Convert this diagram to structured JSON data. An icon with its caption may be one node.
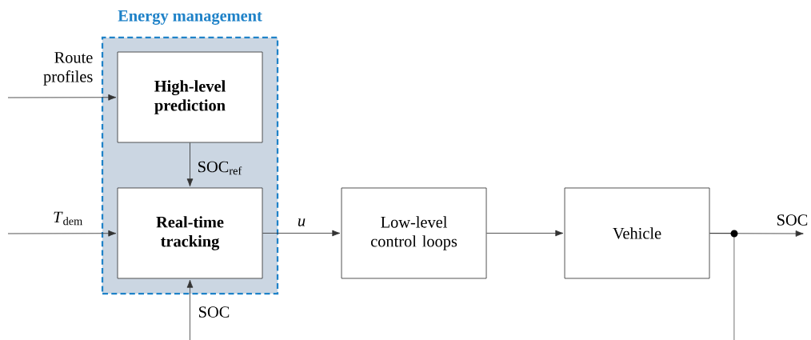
{
  "diagram": {
    "nodes": [
      {
        "text": [
          "Energy management"
        ]
      },
      {
        "text": [
          "High-level prediction"
        ],
        "in": 0
      },
      {
        "text": [
          "Real-time tracking"
        ],
        "in": 0
      },
      {
        "text": [
          "Low-level control loops"
        ]
      },
      {
        "text": [
          "Vehicle"
        ]
      }
    ],
    "edges": [
      {
        "from": null,
        "to": 1,
        "arrow": "to",
        "label": "Route profiles"
      },
      {
        "from": null,
        "to": 2,
        "arrow": "to",
        "label": "*T*$_{dem}$"
      },
      {
        "from": 1,
        "to": 2,
        "arrow": "to",
        "label": "SOC$_{ref}$"
      },
      {
        "from": 2,
        "to": 3,
        "arrow": "to",
        "label": "*u*"
      },
      {
        "from": null,
        "to": 2,
        "arrow": "to",
        "label": "SOC"
      },
      {
        "from": 3,
        "to": 4,
        "arrow": "to"
      },
      {
        "from": 4,
        "to": null,
        "arrow": "to",
        "label": "SOC"
      },
      {
        "from": 4,
        "to": null,
        "arrow": "none"
      }
    ]
  }
}
